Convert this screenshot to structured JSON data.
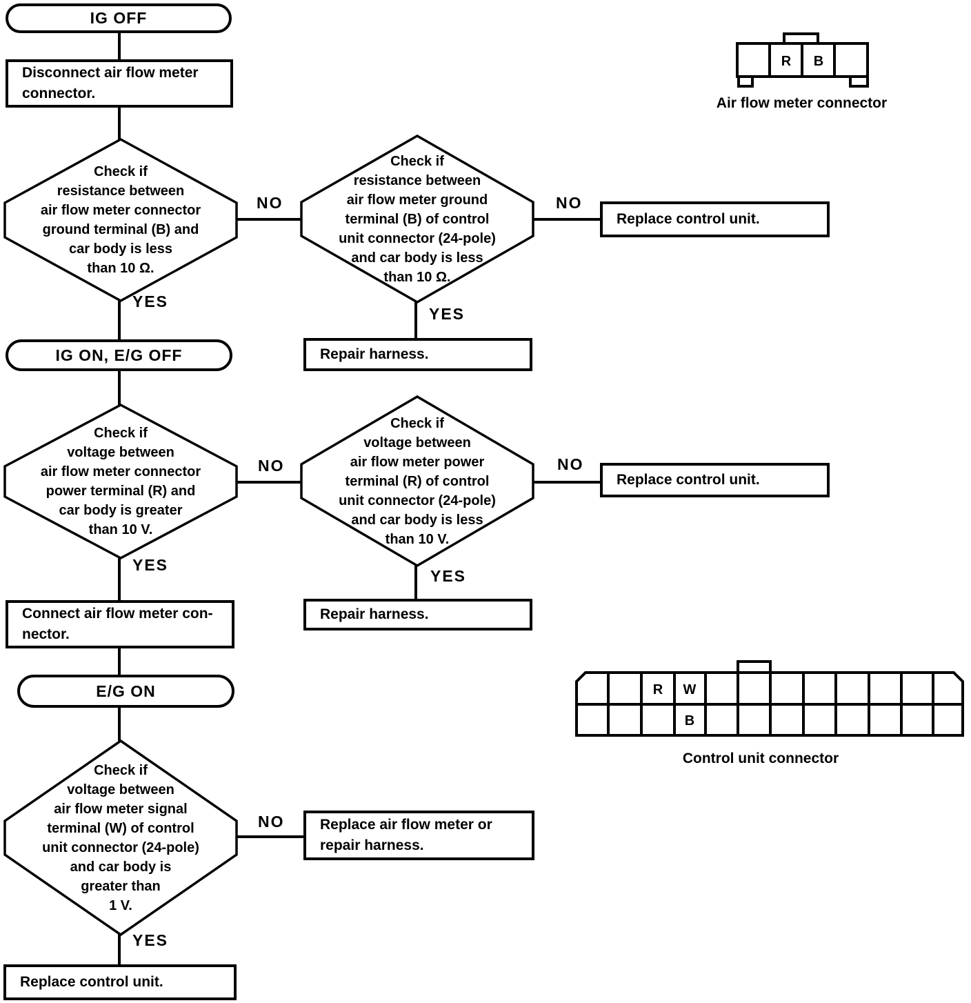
{
  "flow": {
    "terminals": {
      "ig_off": {
        "label": "IG OFF"
      },
      "ig_on": {
        "label": "IG ON, E/G OFF"
      },
      "eg_on": {
        "label": "E/G ON"
      }
    },
    "decisions": [
      {
        "text": "Check if\nresistance between\nair flow meter connector\nground terminal (B) and\ncar body is less\nthan 10 Ω."
      },
      {
        "text": "Check if\nresistance between\nair flow meter ground\nterminal (B) of control\nunit connector (24-pole)\nand car body is less\nthan 10 Ω."
      },
      {
        "text": "Check if\nvoltage between\nair flow meter connector\npower terminal (R) and\ncar body is greater\nthan 10 V."
      },
      {
        "text": "Check if\nvoltage between\nair flow meter power\nterminal (R) of control\nunit connector (24-pole)\nand car body is less\nthan 10 V."
      },
      {
        "text": "Check if\nvoltage between\nair flow meter signal\nterminal (W) of control\nunit connector (24-pole)\nand car body is\ngreater than\n1 V."
      }
    ],
    "processes": {
      "disconnect": {
        "text": "Disconnect air flow meter\nconnector."
      },
      "replace_cu_1": {
        "text": "Replace control unit."
      },
      "repair_harness_1": {
        "text": "Repair harness."
      },
      "replace_cu_2": {
        "text": "Replace control unit."
      },
      "repair_harness_2": {
        "text": "Repair harness."
      },
      "connect": {
        "text": "Connect air flow meter con-\nnector."
      },
      "replace_afm": {
        "text": "Replace air flow meter or\nrepair harness."
      },
      "replace_cu_3": {
        "text": "Replace control unit."
      }
    },
    "branch_labels": {
      "yes": "YES",
      "no": "NO"
    }
  },
  "connectors": {
    "air_flow_meter": {
      "label": "Air flow meter connector",
      "pin_r": "R",
      "pin_b": "B"
    },
    "control_unit": {
      "label": "Control unit connector",
      "pin_r": "R",
      "pin_w": "W",
      "pin_b": "B"
    }
  },
  "colors": {
    "ink": "#000000",
    "paper": "#ffffff"
  }
}
